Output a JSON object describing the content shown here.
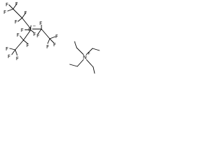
{
  "diagram": {
    "atoms": {
      "fluorine": "F",
      "phosphorus": "P",
      "nitrogen": "N"
    },
    "charges": {
      "anion": "−",
      "cation": "+"
    },
    "colors": {
      "stroke": "#000000",
      "background": "#ffffff"
    }
  }
}
